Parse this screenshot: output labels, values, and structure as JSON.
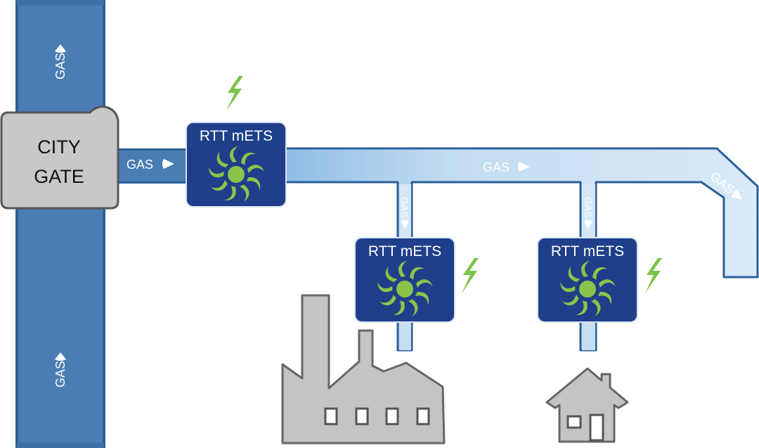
{
  "city_gate": {
    "line1": "CITY",
    "line2": "GATE"
  },
  "gas_labels": {
    "main_top": "GAS",
    "main_bottom": "GAS",
    "gate_outlet": "GAS",
    "branch_pipe": "GAS",
    "elbow": "GAS",
    "drop_left": "GAS",
    "drop_right": "GAS"
  },
  "units": [
    {
      "id": "top",
      "title": "RTT mETS"
    },
    {
      "id": "industrial",
      "title": "RTT mETS"
    },
    {
      "id": "residential",
      "title": "RTT mETS"
    }
  ],
  "icons": {
    "unit": "turbine-swirl-icon",
    "power": "lightning-bolt-icon",
    "flow": "flow-arrow-icon",
    "factory": "factory-icon",
    "house": "house-icon"
  },
  "colors": {
    "main_pipe": "#4a7db3",
    "unit_box": "#1f3f8a",
    "swirl": "#8cc34a",
    "bolt": "#7cc24a",
    "building": "#c4c4c4",
    "building_edge": "#666666",
    "gate_fill": "#c8c8c8",
    "branch_light": "#d6e8f7",
    "branch_mid": "#8ebde5",
    "branch_edge": "#2a5f9a"
  }
}
